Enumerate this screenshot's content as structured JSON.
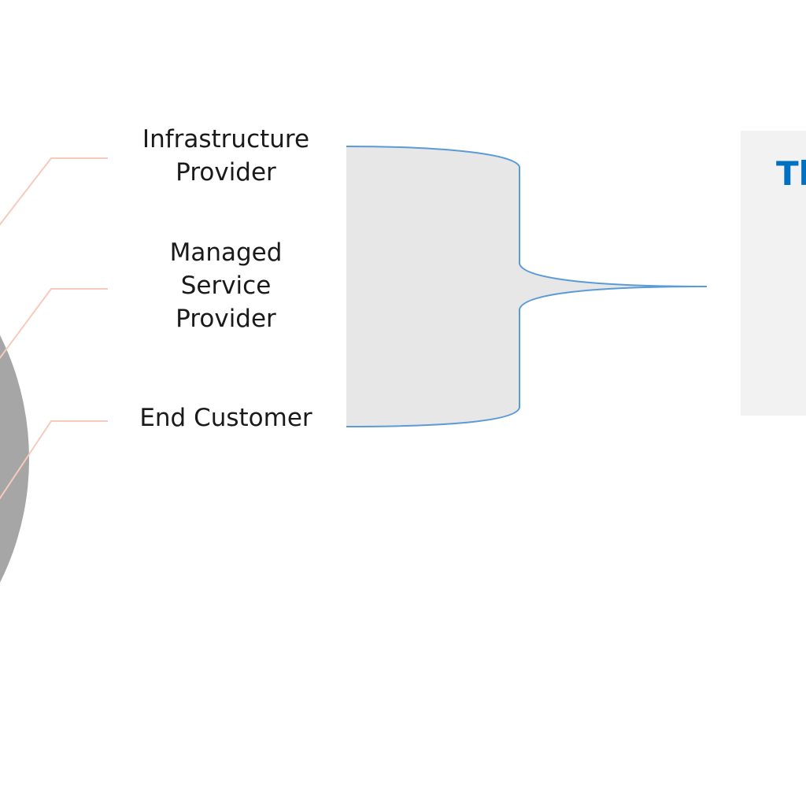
{
  "roles": [
    {
      "label": "Infrastructure\nProvider"
    },
    {
      "label": "Managed\nService\nProvider"
    },
    {
      "label": "End Customer"
    }
  ],
  "side_box": {
    "title": "Th"
  },
  "colors": {
    "circle": "#a6a6a6",
    "connector": "#f6cbbb",
    "brace_fill": "#e7e7e7",
    "brace_stroke": "#5b9bd5",
    "box_bg": "#f2f2f2",
    "title": "#0070c0"
  }
}
